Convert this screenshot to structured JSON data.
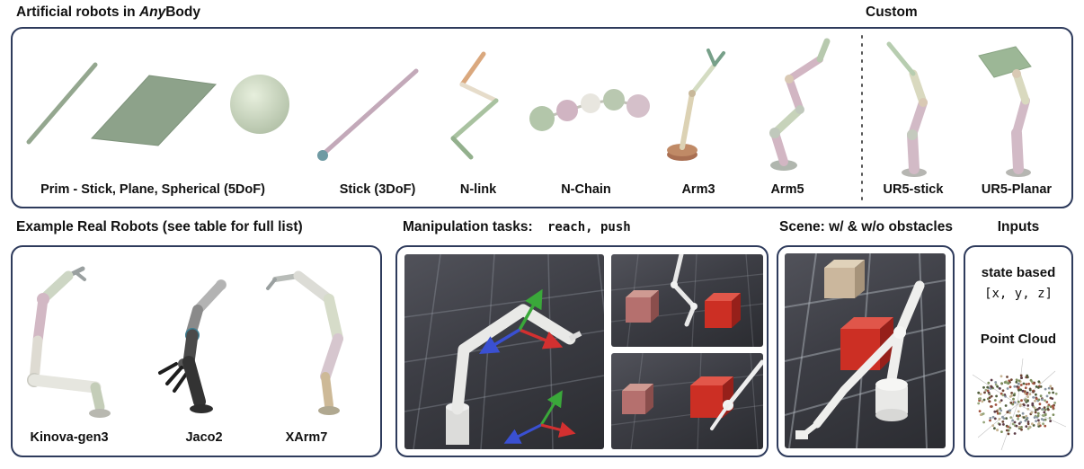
{
  "header": {
    "title_prefix": "Artificial robots in ",
    "title_italic": "Any",
    "title_bold": "Body",
    "custom": "Custom"
  },
  "artificial": {
    "labels": [
      "Prim - Stick, Plane, Spherical (5DoF)",
      "Stick (3DoF)",
      "N-link",
      "N-Chain",
      "Arm3",
      "Arm5",
      "UR5-stick",
      "UR5-Planar"
    ]
  },
  "real_robots": {
    "title": "Example Real Robots (see table for full list)",
    "labels": [
      "Kinova-gen3",
      "Jaco2",
      "XArm7"
    ]
  },
  "tasks": {
    "title": "Manipulation tasks:",
    "list": "reach, push"
  },
  "scene": {
    "title": "Scene: w/ & w/o obstacles"
  },
  "inputs": {
    "title": "Inputs",
    "state": "state based",
    "vector": "[x, y, z]",
    "pointcloud": "Point Cloud"
  },
  "colors": {
    "panel_border": "#2e3b5c",
    "cube_red": "#cc2f24",
    "cube_tan": "#cbb79d"
  }
}
